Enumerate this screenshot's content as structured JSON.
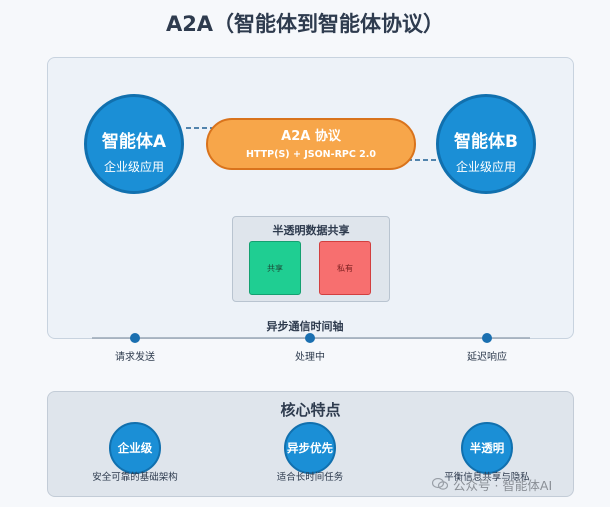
{
  "page": {
    "title": "A2A（智能体到智能体协议）"
  },
  "agents": {
    "a": {
      "name": "智能体A",
      "subtitle": "企业级应用"
    },
    "b": {
      "name": "智能体B",
      "subtitle": "企业级应用"
    }
  },
  "protocol": {
    "title": "A2A 协议",
    "subtitle": "HTTP(S) + JSON-RPC 2.0"
  },
  "data_sharing": {
    "title": "半透明数据共享",
    "shared_label": "共享",
    "private_label": "私有"
  },
  "timeline": {
    "title": "异步通信时间轴",
    "points": [
      "请求发送",
      "处理中",
      "延迟响应"
    ]
  },
  "features": {
    "title": "核心特点",
    "items": [
      {
        "label": "企业级",
        "desc": "安全可靠的基础架构"
      },
      {
        "label": "异步优先",
        "desc": "适合长时间任务"
      },
      {
        "label": "半透明",
        "desc": "平衡信息共享与隐私"
      }
    ]
  },
  "watermark": {
    "text": "公众号 · 智能体AI"
  },
  "colors": {
    "agent_blue": "#1b8fd6",
    "protocol_orange": "#f7a64a",
    "shared_green": "#1fce92",
    "private_red": "#f76f6f"
  }
}
